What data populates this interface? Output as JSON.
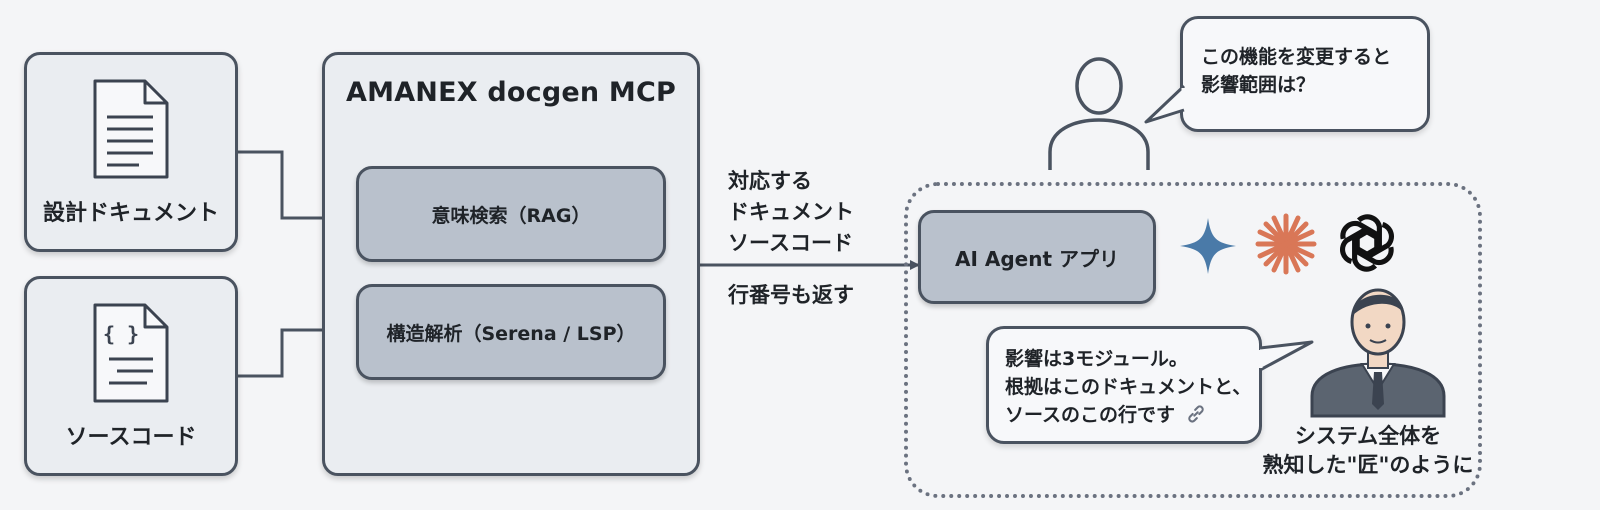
{
  "sources": {
    "design_doc": {
      "label": "設計ドキュメント",
      "icon": "document-icon"
    },
    "source_code": {
      "label": "ソースコード",
      "icon": "code-file-icon",
      "icon_glyph": "{ }"
    }
  },
  "mcp": {
    "title": "AMANEX docgen MCP",
    "semantic_search": "意味検索（RAG）",
    "structure_analysis": "構造解析（Serena / LSP）"
  },
  "flow": {
    "line1": "対応する",
    "line2": "ドキュメント",
    "line3": "ソースコード",
    "line4": "行番号も返す"
  },
  "agent": {
    "app_label": "AI Agent アプリ",
    "icons": [
      "gemini-sparkle-icon",
      "claude-burst-icon",
      "openai-knot-icon"
    ]
  },
  "user_bubble": {
    "line1": "この機能を変更すると",
    "line2": "影響範囲は？"
  },
  "answer_bubble": {
    "line1": "影響は3モジュール。",
    "line2": "根拠はこのドキュメントと、",
    "line3": "ソースのこの行です",
    "link_icon": "link-icon"
  },
  "expert_caption": {
    "line1": "システム全体を",
    "line2": "熟知した\"匠\"のように"
  },
  "colors": {
    "border": "#4a5360",
    "box_fill": "#eaedf1",
    "pill_fill": "#b9c1cc",
    "gemini": "#4a7aa8",
    "claude": "#d97757",
    "openai": "#111111"
  }
}
